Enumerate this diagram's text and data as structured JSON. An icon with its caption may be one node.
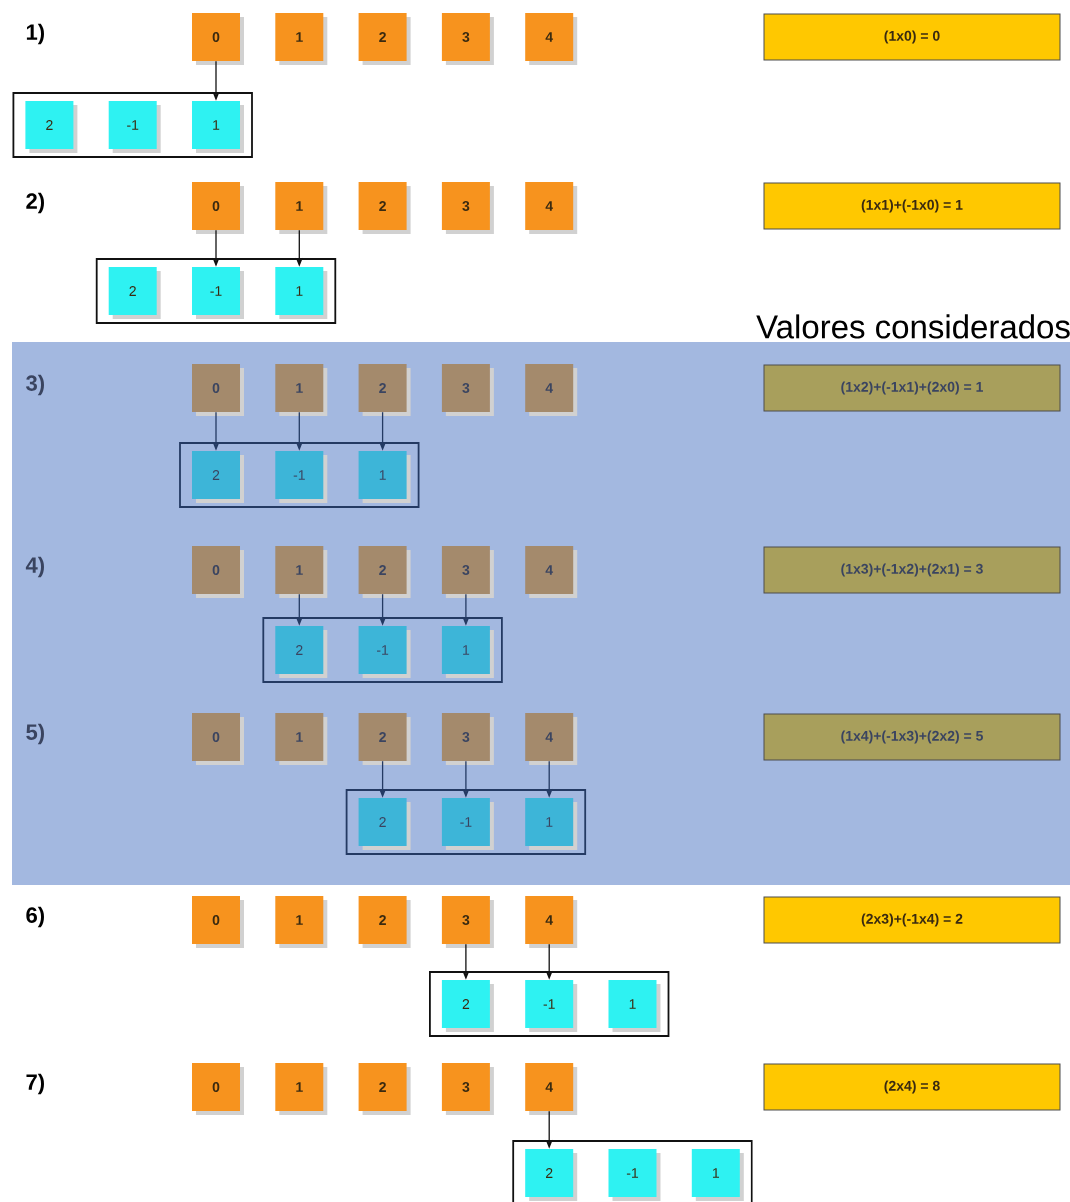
{
  "diagram": {
    "nodes": [
      {
        "text": [
          "0"
        ]
      },
      {
        "text": [
          "1"
        ]
      },
      {
        "text": [
          "2"
        ]
      },
      {
        "text": [
          "3"
        ]
      },
      {
        "text": [
          "4"
        ]
      },
      {
        "text": [
          "(1x0) = 0"
        ]
      },
      {
        "text": [],
        "shape": "box"
      },
      {
        "text": [
          "2"
        ],
        "in": 6
      },
      {
        "text": [
          "-1"
        ],
        "in": 6
      },
      {
        "text": [
          "1"
        ],
        "in": 6
      },
      {
        "text": [
          "0"
        ]
      },
      {
        "text": [
          "1"
        ]
      },
      {
        "text": [
          "2"
        ]
      },
      {
        "text": [
          "3"
        ]
      },
      {
        "text": [
          "4"
        ]
      },
      {
        "text": [
          "(1x1)+(-1x0) = 1"
        ]
      },
      {
        "text": [],
        "shape": "box"
      },
      {
        "text": [
          "2"
        ],
        "in": 16
      },
      {
        "text": [
          "-1"
        ],
        "in": 16
      },
      {
        "text": [
          "1"
        ],
        "in": 16
      },
      {
        "text": [
          "Valores considerados"
        ]
      },
      {
        "text": [
          "0"
        ],
        "in": 20
      },
      {
        "text": [
          "1"
        ],
        "in": 20
      },
      {
        "text": [
          "2"
        ],
        "in": 20
      },
      {
        "text": [
          "3"
        ],
        "in": 20
      },
      {
        "text": [
          "4"
        ],
        "in": 20
      },
      {
        "text": [
          "(1x2)+(-1x1)+(2x0) = 1"
        ],
        "in": 20
      },
      {
        "text": [],
        "shape": "box",
        "in": 20
      },
      {
        "text": [
          "2"
        ],
        "in": 27
      },
      {
        "text": [
          "-1"
        ],
        "in": 27
      },
      {
        "text": [
          "1"
        ],
        "in": 27
      },
      {
        "text": [
          "0"
        ],
        "in": 20
      },
      {
        "text": [
          "1"
        ],
        "in": 20
      },
      {
        "text": [
          "2"
        ],
        "in": 20
      },
      {
        "text": [
          "3"
        ],
        "in": 20
      },
      {
        "text": [
          "4"
        ],
        "in": 20
      },
      {
        "text": [
          "(1x3)+(-1x2)+(2x1) = 3"
        ],
        "in": 20
      },
      {
        "text": [],
        "shape": "box",
        "in": 20
      },
      {
        "text": [
          "2"
        ],
        "in": 37
      },
      {
        "text": [
          "-1"
        ],
        "in": 37
      },
      {
        "text": [
          "1"
        ],
        "in": 37
      },
      {
        "text": [
          "0"
        ],
        "in": 20
      },
      {
        "text": [
          "1"
        ],
        "in": 20
      },
      {
        "text": [
          "2"
        ],
        "in": 20
      },
      {
        "text": [
          "3"
        ],
        "in": 20
      },
      {
        "text": [
          "4"
        ],
        "in": 20
      },
      {
        "text": [
          "(1x4)+(-1x3)+(2x2) = 5"
        ],
        "in": 20
      },
      {
        "text": [],
        "shape": "box",
        "in": 20
      },
      {
        "text": [
          "2"
        ],
        "in": 47
      },
      {
        "text": [
          "-1"
        ],
        "in": 47
      },
      {
        "text": [
          "1"
        ],
        "in": 47
      },
      {
        "text": [
          "0"
        ]
      },
      {
        "text": [
          "1"
        ]
      },
      {
        "text": [
          "2"
        ]
      },
      {
        "text": [
          "3"
        ]
      },
      {
        "text": [
          "4"
        ]
      },
      {
        "text": [
          "(2x3)+(-1x4) = 2"
        ]
      },
      {
        "text": [],
        "shape": "box"
      },
      {
        "text": [
          "2"
        ],
        "in": 57
      },
      {
        "text": [
          "-1"
        ],
        "in": 57
      },
      {
        "text": [
          "1"
        ],
        "in": 57
      },
      {
        "text": [
          "0"
        ]
      },
      {
        "text": [
          "1"
        ]
      },
      {
        "text": [
          "2"
        ]
      },
      {
        "text": [
          "3"
        ]
      },
      {
        "text": [
          "4"
        ]
      },
      {
        "text": [
          "(2x4) = 8"
        ]
      },
      {
        "text": [],
        "shape": "box"
      },
      {
        "text": [
          "2"
        ],
        "in": 67
      },
      {
        "text": [
          "-1"
        ],
        "in": 67
      },
      {
        "text": [
          "1"
        ],
        "in": 67
      }
    ],
    "edges": [
      {
        "from": 0,
        "to": 9,
        "arrow": "to"
      },
      {
        "from": 10,
        "to": 18,
        "arrow": "to"
      },
      {
        "from": 11,
        "to": 19,
        "arrow": "to"
      },
      {
        "from": 21,
        "to": 28,
        "arrow": "to"
      },
      {
        "from": 22,
        "to": 29,
        "arrow": "to"
      },
      {
        "from": 23,
        "to": 30,
        "arrow": "to"
      },
      {
        "from": 32,
        "to": 38,
        "arrow": "to"
      },
      {
        "from": 33,
        "to": 39,
        "arrow": "to"
      },
      {
        "from": 34,
        "to": 40,
        "arrow": "to"
      },
      {
        "from": 43,
        "to": 48,
        "arrow": "to"
      },
      {
        "from": 44,
        "to": 49,
        "arrow": "to"
      },
      {
        "from": 45,
        "to": 50,
        "arrow": "to"
      },
      {
        "from": 54,
        "to": 58,
        "arrow": "to"
      },
      {
        "from": 55,
        "to": 59,
        "arrow": "to"
      },
      {
        "from": 65,
        "to": 68,
        "arrow": "to"
      }
    ],
    "labels": [
      "1)",
      "2)",
      "3)",
      "4)",
      "5)",
      "6)",
      "7)"
    ]
  }
}
